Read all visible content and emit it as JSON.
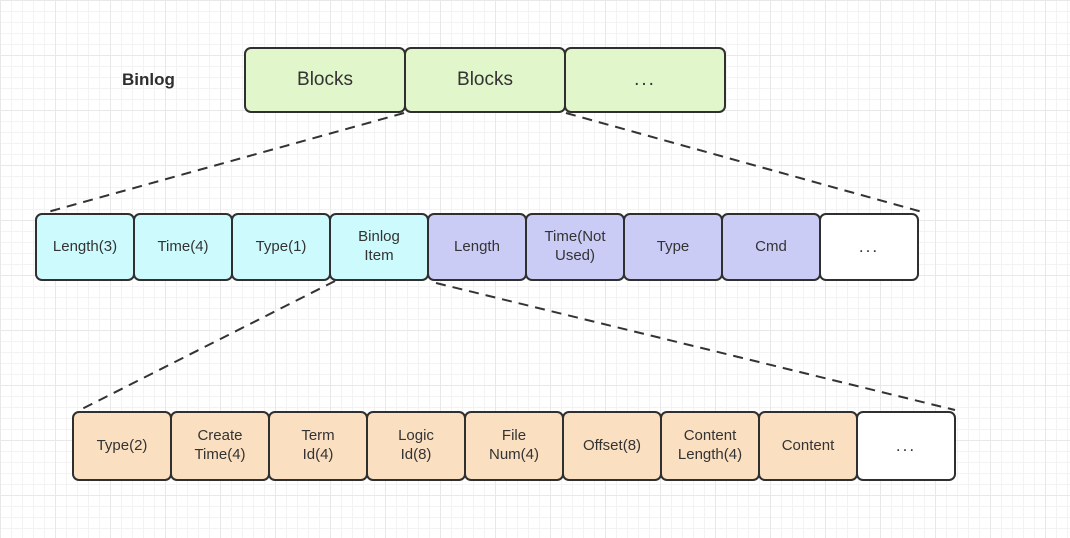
{
  "palette": {
    "block_green": "#e2f6cb",
    "block_cyan": "#cdfafc",
    "block_purple": "#cbccf5",
    "block_peach": "#fadfc1",
    "block_white": "#ffffff",
    "border": "#2f2f2f",
    "connector": "#333333",
    "grid_minor": "#f3f3f3",
    "grid_major": "#e8e8e8"
  },
  "diagram": {
    "title_label": "Binlog",
    "rows": {
      "top": {
        "items": [
          {
            "label": "Blocks"
          },
          {
            "label": "Blocks"
          },
          {
            "label": "..."
          }
        ]
      },
      "middle": {
        "items": [
          {
            "label": "Length(3)"
          },
          {
            "label": "Time(4)"
          },
          {
            "label": "Type(1)"
          },
          {
            "label": "Binlog\nItem"
          },
          {
            "label": "Length"
          },
          {
            "label": "Time(Not\nUsed)"
          },
          {
            "label": "Type"
          },
          {
            "label": "Cmd"
          },
          {
            "label": "..."
          }
        ]
      },
      "bottom": {
        "items": [
          {
            "label": "Type(2)"
          },
          {
            "label": "Create\nTime(4)"
          },
          {
            "label": "Term\nId(4)"
          },
          {
            "label": "Logic\nId(8)"
          },
          {
            "label": "File\nNum(4)"
          },
          {
            "label": "Offset(8)"
          },
          {
            "label": "Content\nLength(4)"
          },
          {
            "label": "Content"
          },
          {
            "label": "..."
          }
        ]
      }
    }
  }
}
